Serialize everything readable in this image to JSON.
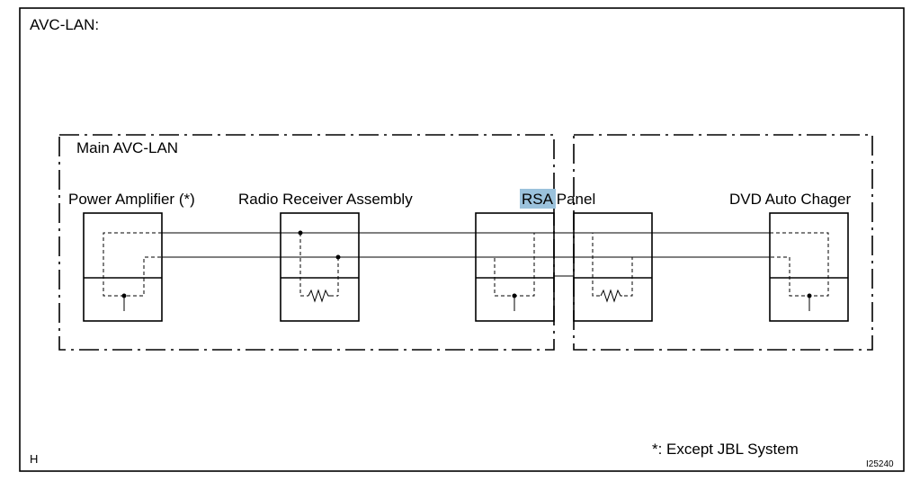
{
  "title": "AVC-LAN:",
  "group_left_label": "Main AVC-LAN",
  "components": {
    "power_amplifier": "Power Amplifier (*)",
    "radio_receiver": "Radio Receiver Assembly",
    "rsa_panel_highlight": "RSA",
    "rsa_panel_rest": " Panel",
    "dvd_auto_changer": "DVD Auto Chager"
  },
  "footnote": "*: Except JBL System",
  "corner_letter": "H",
  "figure_code": "I25240",
  "colors": {
    "highlight": "#9bc2dc",
    "line": "#000000"
  }
}
